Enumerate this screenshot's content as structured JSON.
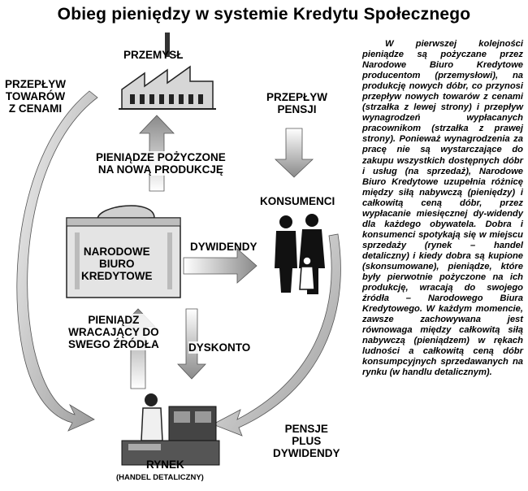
{
  "title": "Obieg pieniędzy w systemie Kredytu Społecznego",
  "nodes": {
    "industry": "PRZEMYSŁ",
    "consumers": "KONSUMENCI",
    "bureau": [
      "NARODOWE",
      "BIURO",
      "KREDYTOWE"
    ],
    "market": "RYNEK",
    "market_sub": "(HANDEL DETALICZNY)"
  },
  "flows": {
    "goods_with_prices": [
      "PRZEPŁYW",
      "TOWARÓW",
      "Z CENAMI"
    ],
    "wages_flow": [
      "PRZEPŁYW",
      "PENSJI"
    ],
    "loaned_money": [
      "PIENIĄDZE POŻYCZONE",
      "NA NOWĄ PRODUKCJĘ"
    ],
    "dividends": "DYWIDENDY",
    "money_returning": [
      "PIENIĄDZ",
      "WRACAJĄCY DO",
      "SWEGO ŹRÓDŁA"
    ],
    "discount": "DYSKONTO",
    "wages_plus_dividends": [
      "PENSJE",
      "PLUS",
      "DYWIDENDY"
    ]
  },
  "description": "W pierwszej kolejności pieniądze są pożyczane przez Narodowe Biuro Kredytowe producentom (przemysłowi), na produkcję nowych dóbr, co przynosi przepływ nowych towarów z cenami (strzałka z lewej strony) i przepływ wynagrodzeń wypłacanych pracownikom (strzałka z prawej strony). Ponieważ wynagrodzenia za pracę nie są wystarczające do zakupu wszystkich dostępnych dóbr i usług (na sprzedaż), Narodowe Biuro Kredytowe uzupełnia różnicę między siłą nabywczą (pieniędzy) i całkowitą ceną dóbr, przez wypłacanie miesięcznej dy-widendy dla każdego obywatela. Dobra i konsumenci spotykają się w miejscu sprzedaży (rynek – handel detaliczny) i kiedy dobra są kupione (skonsumowane), pieniądze, które były pierwotnie pożyczone na ich produkcję, wracają do swojego źródła – Narodowego Biura Kredytowego. W każdym momencie, zawsze zachowywana jest równowaga między całkowitą siłą nabywczą (pieniądzem) w rękach ludności a całkowitą ceną dóbr konsumpcyjnych sprzedawanych na rynku (w handlu detalicznym)."
}
